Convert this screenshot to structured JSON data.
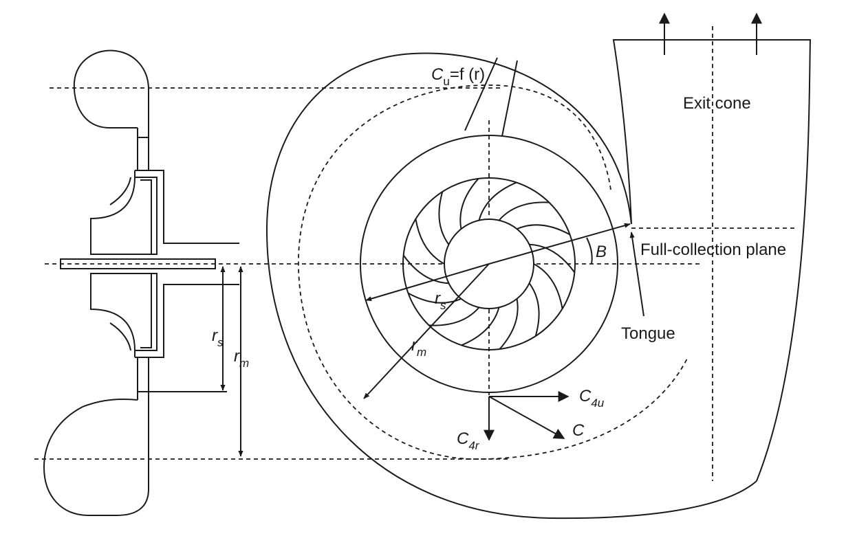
{
  "labels": {
    "cu_main": "C",
    "cu_sub": "u",
    "cu_rest": "=f (r)",
    "exit_cone": "Exit cone",
    "full_collection_plane": "Full-collection plane",
    "tongue": "Tongue",
    "angle_b": "B",
    "rs_main": "r",
    "rs_sub": "s",
    "rm_main": "r",
    "rm_sub": "m",
    "c4u_main": "C",
    "c4u_sub": "4u",
    "c4r_main": "C",
    "c4r_sub": "4r",
    "c_vector": "C"
  }
}
